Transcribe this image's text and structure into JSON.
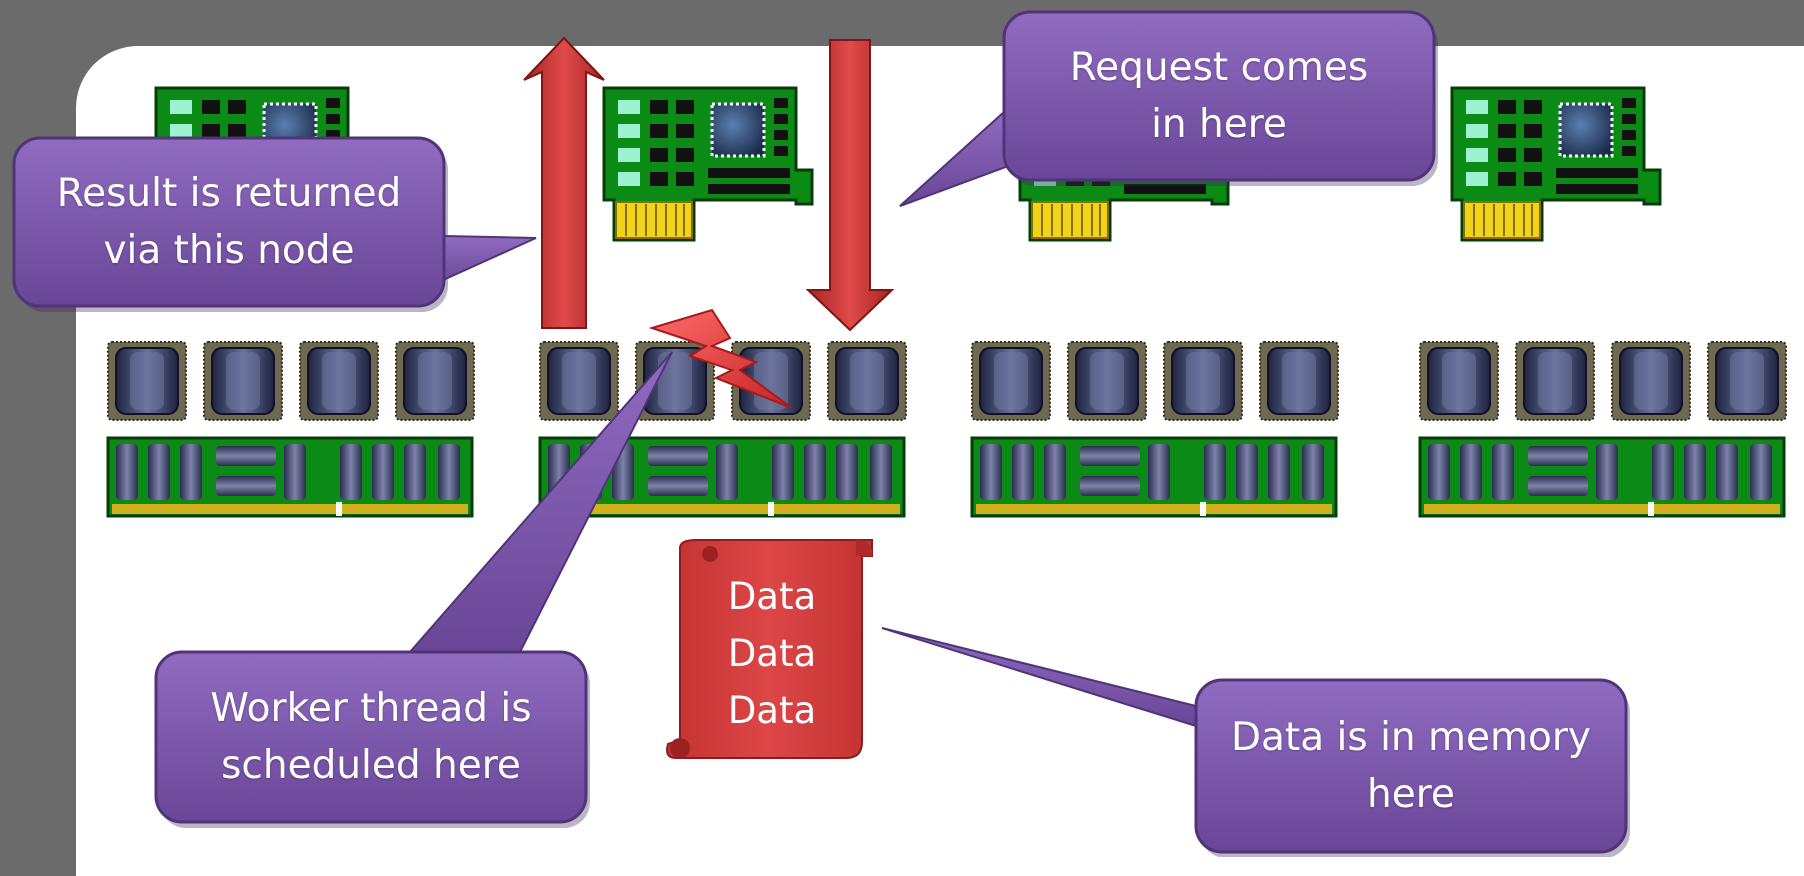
{
  "callouts": {
    "request": "Request comes in here",
    "result": "Result is returned via this node",
    "worker": "Worker thread is scheduled here",
    "memory": "Data is in memory here"
  },
  "data_scroll": {
    "lines": [
      "Data",
      "Data",
      "Data"
    ]
  },
  "colors": {
    "background": "#6b6b6b",
    "panel": "#ffffff",
    "callout_purple": "#7b56a8",
    "arrow_red": "#c93a3a",
    "scroll_red": "#d13b3b",
    "board_green": "#0e8a1a",
    "chip_navy": "#2c3460"
  },
  "icons": {
    "network_card": "network-card-icon",
    "cpu": "cpu-chip-icon",
    "memory": "memory-module-icon",
    "lightning": "lightning-bolt-icon",
    "scroll": "scroll-icon"
  }
}
